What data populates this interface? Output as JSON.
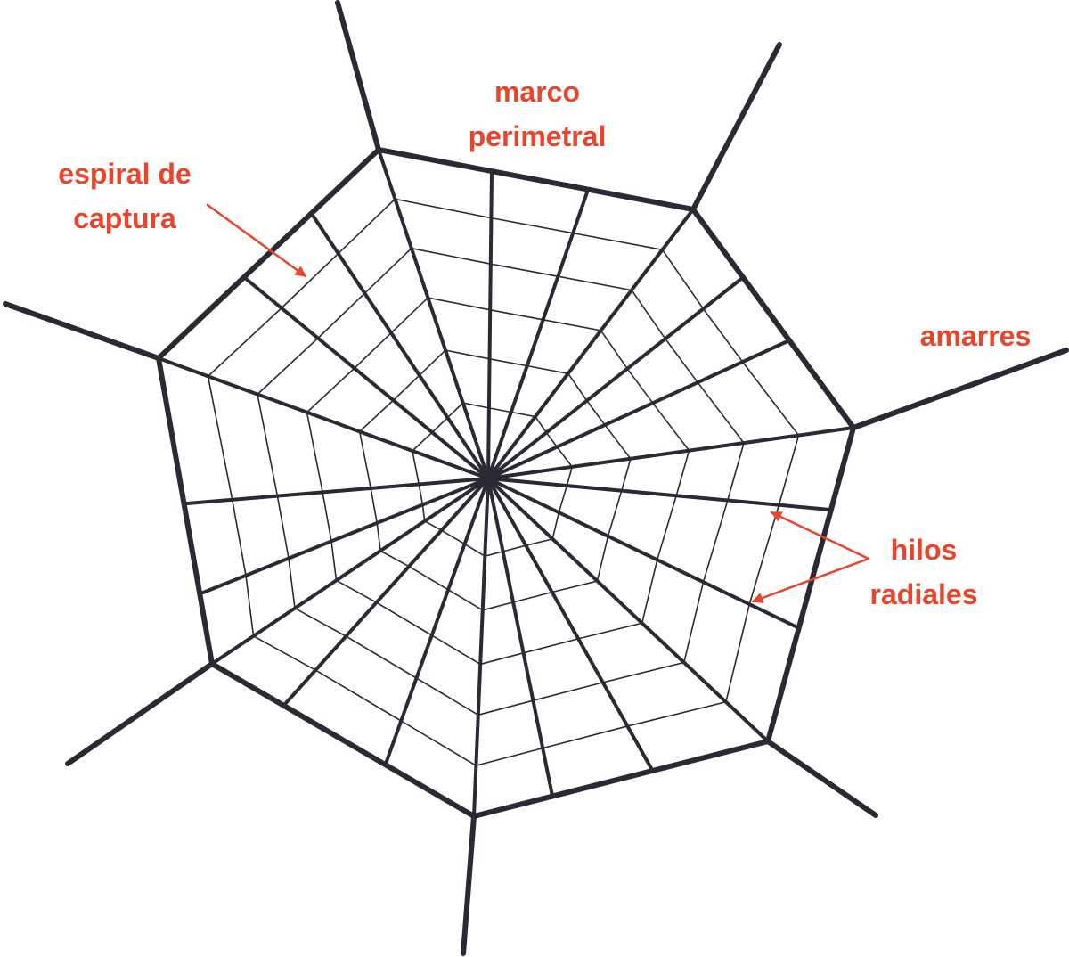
{
  "labels": {
    "frame": [
      "marco",
      "perimetral"
    ],
    "spiral": [
      "espiral de",
      "captura"
    ],
    "anchors": "amarres",
    "radials": [
      "hilos",
      "radiales"
    ]
  },
  "colors": {
    "web": "#2a2a35",
    "annotation": "#e8452c"
  }
}
